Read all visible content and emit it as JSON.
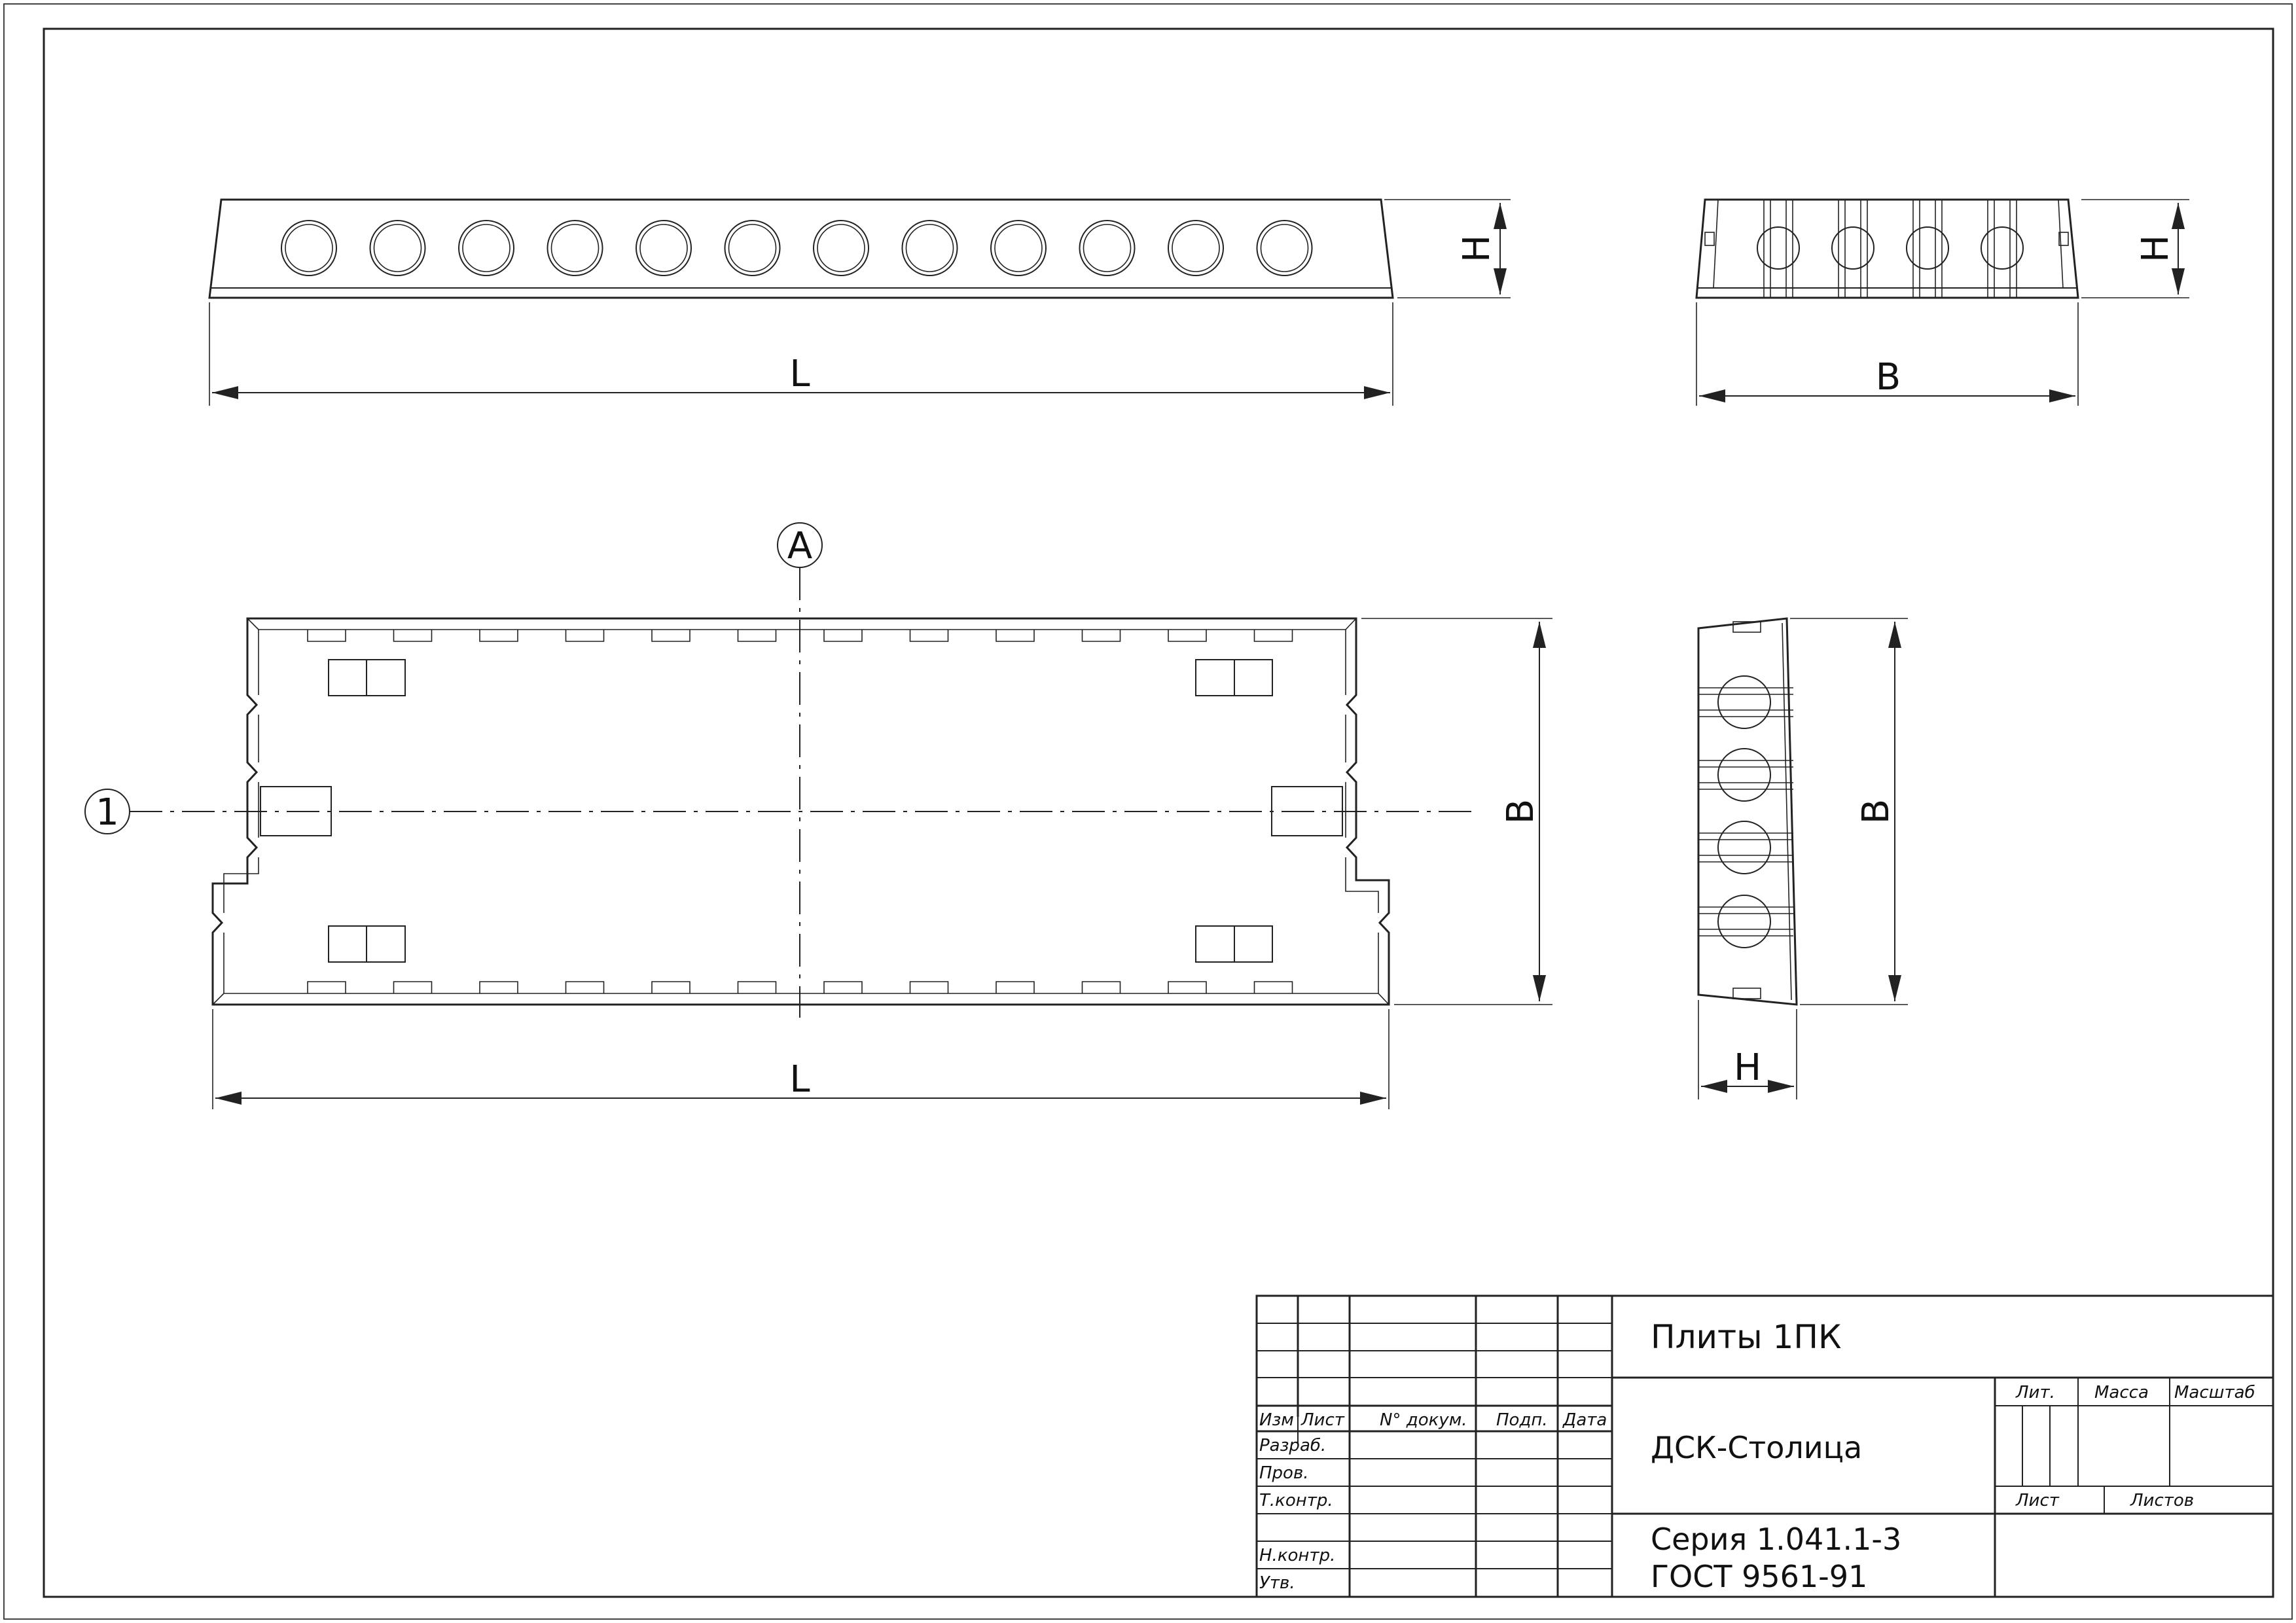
{
  "views": {
    "front": {
      "length_label": "L",
      "height_label": "H",
      "hole_count": 12
    },
    "side": {
      "width_label": "B",
      "height_label": "H",
      "hole_count": 4
    },
    "plan": {
      "length_label": "L",
      "width_label": "B",
      "axis_letter": "A",
      "axis_number": "1"
    },
    "plan_side": {
      "width_label": "B",
      "height_label": "H",
      "hole_count": 4
    }
  },
  "title_block": {
    "title": "Плиты 1ПК",
    "organization": "ДСК-Столица",
    "series": "Серия 1.041.1-3",
    "standard": "ГОСТ 9561-91",
    "columns": {
      "change": "Изм",
      "sheet": "Лист",
      "doc_no": "N° докум.",
      "signature": "Подп.",
      "date": "Дата"
    },
    "rows": {
      "developed": "Разраб.",
      "checked": "Пров.",
      "tech_control": "Т.контр.",
      "norm_control": "Н.контр.",
      "approved": "Утв."
    },
    "right_cells": {
      "letter": "Лит.",
      "mass": "Масса",
      "scale": "Масштаб",
      "sheet": "Лист",
      "sheets": "Листов"
    }
  }
}
